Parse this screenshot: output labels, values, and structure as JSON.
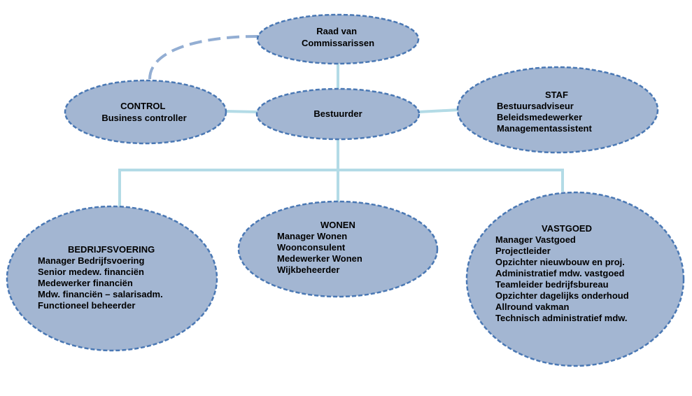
{
  "colors": {
    "node_fill": "#a3b6d2",
    "node_stroke": "#4a78b4",
    "connector": "#b3dbe6",
    "dashed_link": "#93aed3"
  },
  "nodes": {
    "raad": {
      "lines": [
        "Raad van",
        "Commissarissen"
      ]
    },
    "bestuurder": {
      "lines": [
        "Bestuurder"
      ]
    },
    "control": {
      "lines": [
        "CONTROL",
        "Business controller"
      ]
    },
    "staf": {
      "title": "STAF",
      "items": [
        "Bestuursadviseur",
        "Beleidsmedewerker",
        "Managementassistent"
      ]
    },
    "bedrijfsvoering": {
      "title": "BEDRIJFSVOERING",
      "items": [
        "Manager Bedrijfsvoering",
        "Senior medew. financiën",
        "Medewerker financiën",
        "Mdw. financiën – salarisadm.",
        "Functioneel beheerder"
      ]
    },
    "wonen": {
      "title": "WONEN",
      "items": [
        "Manager Wonen",
        "Woonconsulent",
        "Medewerker Wonen",
        "Wijkbeheerder"
      ]
    },
    "vastgoed": {
      "title": "VASTGOED",
      "items": [
        "Manager Vastgoed",
        "Projectleider",
        "Opzichter nieuwbouw en proj.",
        "Administratief mdw. vastgoed",
        "Teamleider bedrijfsbureau",
        "Opzichter dagelijks onderhoud",
        "Allround vakman",
        "Technisch administratief mdw."
      ]
    }
  }
}
